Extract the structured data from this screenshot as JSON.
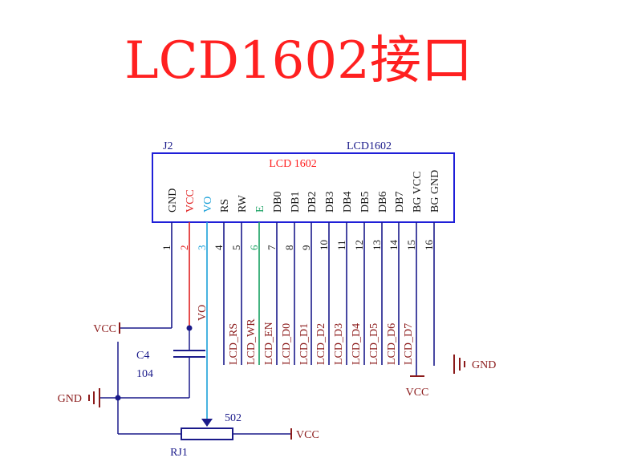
{
  "title": "LCD1602接口",
  "component": {
    "ref": "J2",
    "part": "LCD1602",
    "display_name": "LCD  1602"
  },
  "pins": [
    {
      "num": "1",
      "name": "GND",
      "net": "",
      "color": "#1a1a1a"
    },
    {
      "num": "2",
      "name": "VCC",
      "net": "",
      "color": "#e02020"
    },
    {
      "num": "3",
      "name": "VO",
      "net": "VO",
      "color": "#1aa0d8"
    },
    {
      "num": "4",
      "name": "RS",
      "net": "LCD_RS",
      "color": "#1a1a1a"
    },
    {
      "num": "5",
      "name": "RW",
      "net": "LCD_WR",
      "color": "#1a1a1a"
    },
    {
      "num": "6",
      "name": "E",
      "net": "LCD_EN",
      "color": "#16a060"
    },
    {
      "num": "7",
      "name": "DB0",
      "net": "LCD_D0",
      "color": "#1a1a1a"
    },
    {
      "num": "8",
      "name": "DB1",
      "net": "LCD_D1",
      "color": "#1a1a1a"
    },
    {
      "num": "9",
      "name": "DB2",
      "net": "LCD_D2",
      "color": "#1a1a1a"
    },
    {
      "num": "10",
      "name": "DB3",
      "net": "LCD_D3",
      "color": "#1a1a1a"
    },
    {
      "num": "11",
      "name": "DB4",
      "net": "LCD_D4",
      "color": "#1a1a1a"
    },
    {
      "num": "12",
      "name": "DB5",
      "net": "LCD_D5",
      "color": "#1a1a1a"
    },
    {
      "num": "13",
      "name": "DB6",
      "net": "LCD_D6",
      "color": "#1a1a1a"
    },
    {
      "num": "14",
      "name": "DB7",
      "net": "LCD_D7",
      "color": "#1a1a1a"
    },
    {
      "num": "15",
      "name": "BG VCC",
      "net": "",
      "color": "#1a1a1a"
    },
    {
      "num": "16",
      "name": "BG GND",
      "net": "",
      "color": "#1a1a1a"
    }
  ],
  "capacitor": {
    "ref": "C4",
    "value": "104"
  },
  "potentiometer": {
    "ref": "RJ1",
    "value": "502"
  },
  "power_labels": {
    "vcc": "VCC",
    "gnd": "GND"
  },
  "colors": {
    "title": "#ff2020",
    "box": "#1f1fd8",
    "wire": "#1a1a8a",
    "ref_text": "#1a1a8a",
    "power_text": "#8b1a1a",
    "net_label": "#8b1a1a",
    "display_name": "#ff2020"
  }
}
